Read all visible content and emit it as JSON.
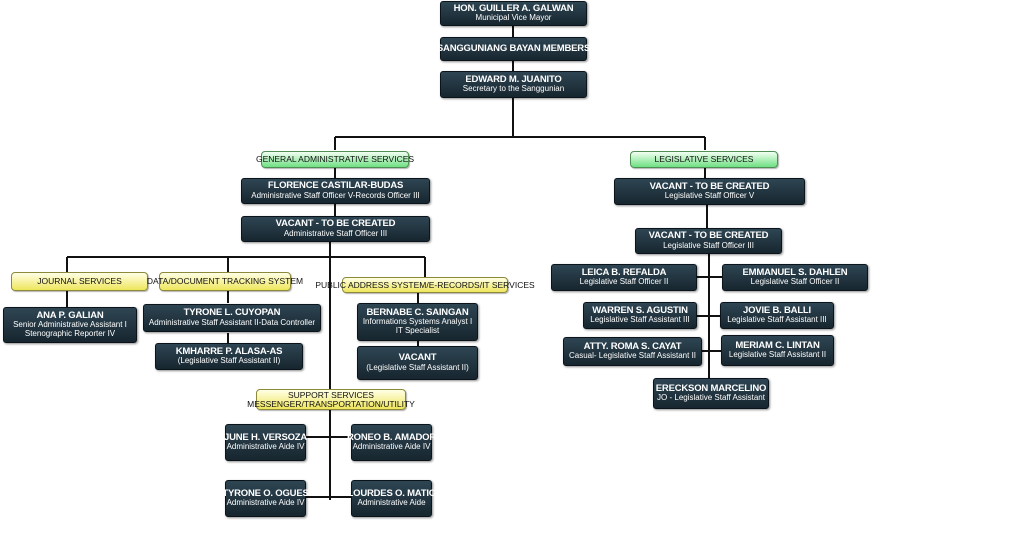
{
  "top": {
    "vice_mayor": {
      "name": "HON. GUILLER A. GALWAN",
      "title": "Municipal Vice Mayor"
    },
    "members": {
      "name": "SANGGUNIANG BAYAN MEMBERS"
    },
    "secretary": {
      "name": "EDWARD M. JUANITO",
      "title": "Secretary to the Sanggunian"
    }
  },
  "admin": {
    "header": "GENERAL ADMINISTRATIVE SERVICES",
    "officer_v": {
      "name": "FLORENCE CASTILAR-BUDAS",
      "title": "Administrative Staff Officer V-Records Officer III"
    },
    "officer_iii": {
      "name": "VACANT - TO BE CREATED",
      "title": "Administrative Staff Officer III"
    },
    "journal": {
      "header": "JOURNAL  SERVICES",
      "staff": {
        "name": "ANA P. GALIAN",
        "title": "Senior Administrative Assistant I",
        "title2": "Stenographic Reporter IV"
      }
    },
    "tracking": {
      "header": "DATA/DOCUMENT TRACKING SYSTEM",
      "staff1": {
        "name": "TYRONE L. CUYOPAN",
        "title": "Administrative Staff Assistant II-Data Controller"
      },
      "staff2": {
        "name": "KMHARRE P. ALASA-AS",
        "title": "(Legislative Staff Assistant II)"
      }
    },
    "pa": {
      "header": "PUBLIC ADDRESS SYSTEM/E-RECORDS/IT SERVICES",
      "staff1": {
        "name": "BERNABE C. SAINGAN",
        "title": "Informations Systems Analyst I",
        "title2": "IT Specialist"
      },
      "staff2": {
        "name": "VACANT",
        "title": "(Legislative Staff Assistant II)"
      }
    },
    "support": {
      "header": "SUPPORT SERVICES",
      "subheader": "MESSENGER/TRANSPORTATION/UTILITY",
      "aide1": {
        "name": "JUNE H. VERSOZA",
        "title": "Administrative Aide IV"
      },
      "aide2": {
        "name": "RONEO B. AMADOR",
        "title": "Administrative Aide IV"
      },
      "aide3": {
        "name": "TYRONE O. OGUES",
        "title": "Administrative Aide IV"
      },
      "aide4": {
        "name": "LOURDES O. MATIC",
        "title": "Administrative Aide"
      }
    }
  },
  "leg": {
    "header": "LEGISLATIVE SERVICES",
    "officer_v": {
      "name": "VACANT - TO BE CREATED",
      "title": "Legislative Staff Officer V"
    },
    "officer_iii": {
      "name": "VACANT - TO BE CREATED",
      "title": "Legislative Staff Officer III"
    },
    "s1": {
      "name": "LEICA B. REFALDA",
      "title": "Legislative Staff Officer II"
    },
    "s2": {
      "name": "EMMANUEL S. DAHLEN",
      "title": "Legislative Staff Officer II"
    },
    "s3": {
      "name": "WARREN S. AGUSTIN",
      "title": "Legislative Staff Assistant III"
    },
    "s4": {
      "name": "JOVIE B. BALLI",
      "title": "Legislative Staff Assistant III"
    },
    "s5": {
      "name": "ATTY. ROMA S. CAYAT",
      "title": "Casual- Legislative Staff Assistant II"
    },
    "s6": {
      "name": "MERIAM C. LINTAN",
      "title": "Legislative Staff Assistant II"
    },
    "s7": {
      "name": "ERECKSON MARCELINO",
      "title": "JO - Legislative Staff Assistant"
    }
  }
}
